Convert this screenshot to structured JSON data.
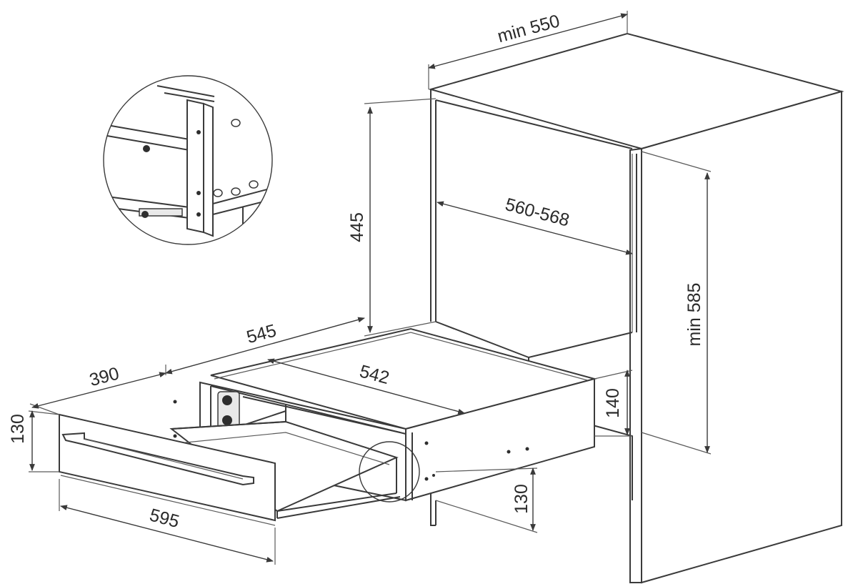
{
  "dimensions": {
    "cabinet_depth": "min 550",
    "niche_height": "445",
    "niche_width": "560-568",
    "cabinet_height": "min 585",
    "appliance_depth": "545",
    "appliance_width_top": "542",
    "drawer_extension": "390",
    "front_height": "130",
    "appliance_height": "140",
    "drawer_height": "130",
    "front_width": "595"
  },
  "colors": {
    "line": "#3a3a3a",
    "text": "#2a2a2a",
    "background": "#ffffff"
  }
}
